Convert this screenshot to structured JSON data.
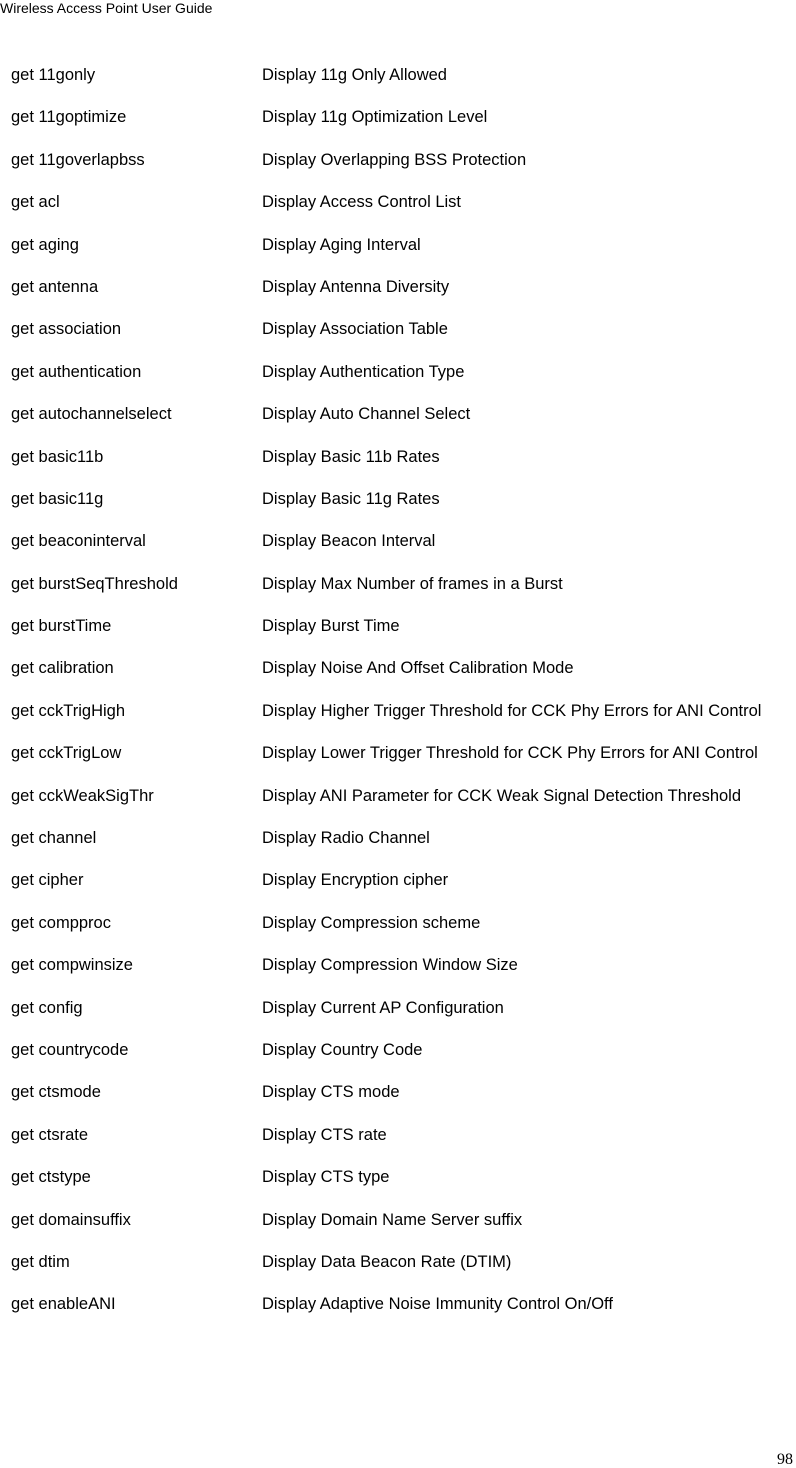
{
  "header": {
    "title": "Wireless Access Point User Guide"
  },
  "commands": [
    {
      "cmd": "get 11gonly",
      "desc": "Display 11g Only Allowed"
    },
    {
      "cmd": "get 11goptimize",
      "desc": "Display 11g Optimization Level"
    },
    {
      "cmd": "get 11goverlapbss",
      "desc": "Display Overlapping BSS Protection"
    },
    {
      "cmd": "get acl",
      "desc": "Display Access Control List"
    },
    {
      "cmd": "get aging",
      "desc": "Display Aging Interval"
    },
    {
      "cmd": "get antenna",
      "desc": "Display Antenna Diversity"
    },
    {
      "cmd": "get association",
      "desc": "Display Association Table"
    },
    {
      "cmd": "get authentication",
      "desc": "Display Authentication Type"
    },
    {
      "cmd": "get autochannelselect",
      "desc": "Display Auto Channel Select"
    },
    {
      "cmd": "get basic11b",
      "desc": "Display Basic 11b Rates"
    },
    {
      "cmd": "get basic11g",
      "desc": "Display Basic 11g Rates"
    },
    {
      "cmd": "get beaconinterval",
      "desc": "Display Beacon Interval"
    },
    {
      "cmd": "get burstSeqThreshold",
      "desc": "Display Max Number of frames in a Burst"
    },
    {
      "cmd": "get burstTime",
      "desc": "Display Burst Time"
    },
    {
      "cmd": "get calibration",
      "desc": "Display Noise And Offset Calibration Mode"
    },
    {
      "cmd": "get cckTrigHigh",
      "desc": "Display Higher Trigger Threshold for CCK Phy Errors for ANI Control"
    },
    {
      "cmd": "get cckTrigLow",
      "desc": "Display Lower Trigger Threshold for CCK Phy Errors for ANI Control"
    },
    {
      "cmd": "get cckWeakSigThr",
      "desc": "Display ANI Parameter for CCK Weak Signal Detection Threshold"
    },
    {
      "cmd": "get channel",
      "desc": "Display Radio Channel"
    },
    {
      "cmd": "get cipher",
      "desc": "Display Encryption cipher"
    },
    {
      "cmd": "get compproc",
      "desc": "Display Compression scheme"
    },
    {
      "cmd": "get compwinsize",
      "desc": "Display Compression Window Size"
    },
    {
      "cmd": "get config",
      "desc": "Display Current AP Configuration"
    },
    {
      "cmd": "get countrycode",
      "desc": "Display Country Code"
    },
    {
      "cmd": "get ctsmode",
      "desc": "Display CTS mode"
    },
    {
      "cmd": "get ctsrate",
      "desc": "Display CTS rate"
    },
    {
      "cmd": "get ctstype",
      "desc": "Display CTS type"
    },
    {
      "cmd": "get domainsuffix",
      "desc": "Display Domain Name Server suffix"
    },
    {
      "cmd": "get dtim",
      "desc": "Display Data Beacon Rate (DTIM)"
    },
    {
      "cmd": "get enableANI",
      "desc": "Display Adaptive Noise Immunity Control On/Off"
    }
  ],
  "footer": {
    "page_number": "98"
  }
}
